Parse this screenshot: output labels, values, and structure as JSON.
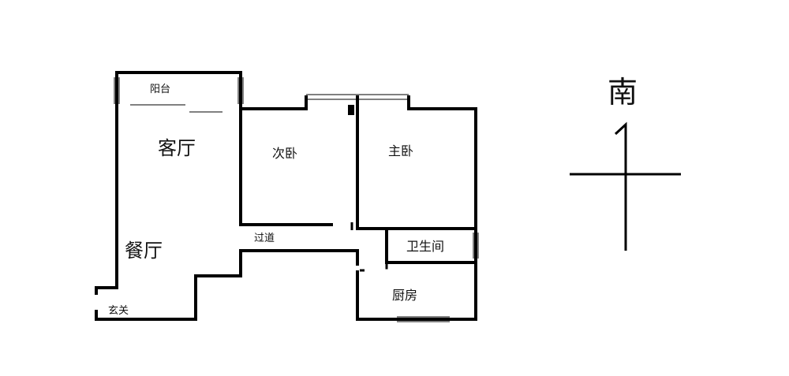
{
  "floorplan": {
    "rooms": {
      "balcony": "阳台",
      "living_room": "客厅",
      "dining_room": "餐厅",
      "second_bedroom": "次卧",
      "master_bedroom": "主卧",
      "corridor": "过道",
      "bathroom": "卫生间",
      "kitchen": "厨房",
      "entrance": "玄关"
    },
    "compass": {
      "label": "南",
      "icon": "north-arrow-cross-icon"
    }
  }
}
